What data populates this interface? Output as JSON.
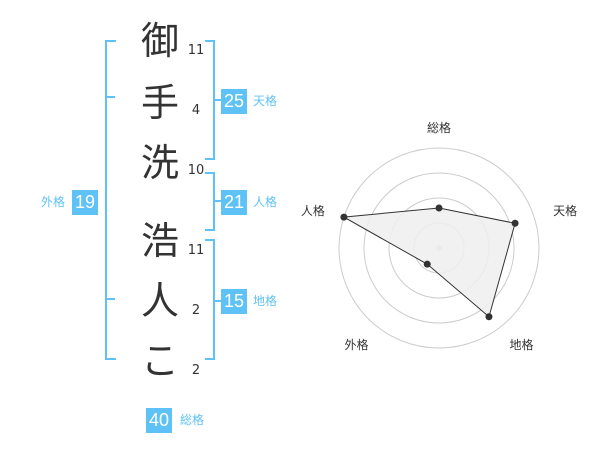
{
  "name_chars": [
    {
      "char": "御",
      "strokes": "11"
    },
    {
      "char": "手",
      "strokes": "4"
    },
    {
      "char": "洗",
      "strokes": "10"
    },
    {
      "char": "浩",
      "strokes": "11"
    },
    {
      "char": "人",
      "strokes": "2"
    },
    {
      "char": "こ",
      "strokes": "2"
    }
  ],
  "kaku": {
    "tenkaku": {
      "value": "25",
      "label": "天格"
    },
    "jinkaku": {
      "value": "21",
      "label": "人格"
    },
    "chikaku": {
      "value": "15",
      "label": "地格"
    },
    "gaikaku": {
      "value": "19",
      "label": "外格"
    },
    "soukaku": {
      "value": "40",
      "label": "総格"
    }
  },
  "colors": {
    "accent": "#5ec2f6",
    "text": "#333333",
    "ring": "#cccccc",
    "fill": "#eeeeee"
  },
  "chart_data": {
    "type": "radar",
    "axes": [
      "総格",
      "天格",
      "地格",
      "外格",
      "人格"
    ],
    "values": [
      0.4,
      0.8,
      0.85,
      0.2,
      1.0
    ],
    "rings": 4
  }
}
